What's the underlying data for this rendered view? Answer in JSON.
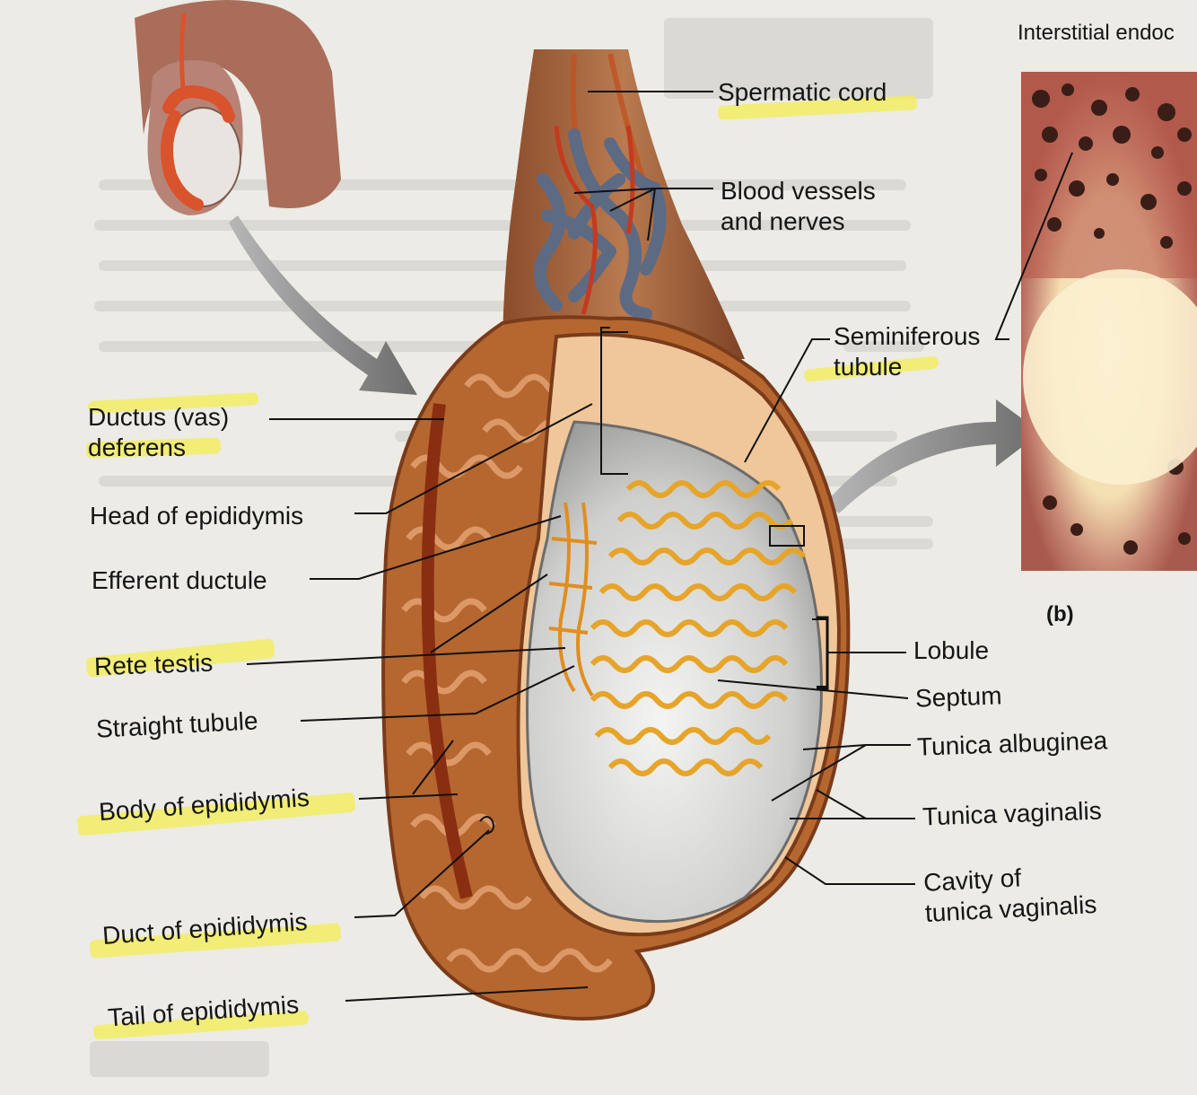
{
  "labels": {
    "spermatic_cord": "Spermatic cord",
    "blood_vessels_1": "Blood vessels",
    "blood_vessels_2": "and nerves",
    "seminiferous_1": "Seminiferous",
    "seminiferous_2": "tubule",
    "ductus_1": "Ductus (vas)",
    "ductus_2": "deferens",
    "head_epididymis": "Head of epididymis",
    "efferent_ductule": "Efferent ductule",
    "rete_testis": "Rete testis",
    "straight_tubule": "Straight tubule",
    "body_epididymis": "Body of epididymis",
    "duct_epididymis": "Duct of epididymis",
    "tail_epididymis": "Tail of epididymis",
    "lobule": "Lobule",
    "septum": "Septum",
    "tunica_albuginea": "Tunica albuginea",
    "tunica_vaginalis": "Tunica vaginalis",
    "cavity_1": "Cavity of",
    "cavity_2": "tunica vaginalis",
    "interstitial": "Interstitial endoc",
    "panel_b": "(b)"
  },
  "colors": {
    "background": "#ecebe6",
    "highlighter": "#f3ee52",
    "epididymis": "#b5672f",
    "tubule": "#e6a52a",
    "vessels": "#5d6a84",
    "testis": "#d9d9d9"
  }
}
